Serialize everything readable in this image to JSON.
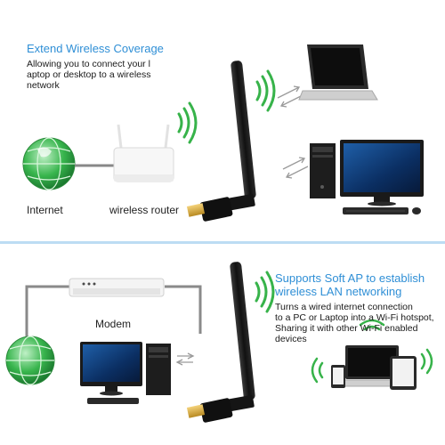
{
  "top": {
    "title": "Extend Wireless Coverage",
    "description": [
      "Allowing you to connect your l",
      "aptop or desktop to a wireless",
      "network"
    ],
    "labels": {
      "internet": "Internet",
      "router": "wireless router"
    }
  },
  "bottom": {
    "title": [
      "Supports Soft AP to establish",
      "wireless LAN networking"
    ],
    "description": [
      "Turns a wired internet connection",
      "to a PC or Laptop into a Wi-Fi hotspot,",
      "Sharing it with other Wi-Fi enabled",
      "devices"
    ],
    "labels": {
      "modem": "Modem"
    }
  },
  "colors": {
    "accent_blue": "#2f8fd6",
    "wifi_green": "#37b34a",
    "divider": "#bcdcf3",
    "antenna": "#1c1c1c",
    "usb_gold": "#d9a938"
  }
}
